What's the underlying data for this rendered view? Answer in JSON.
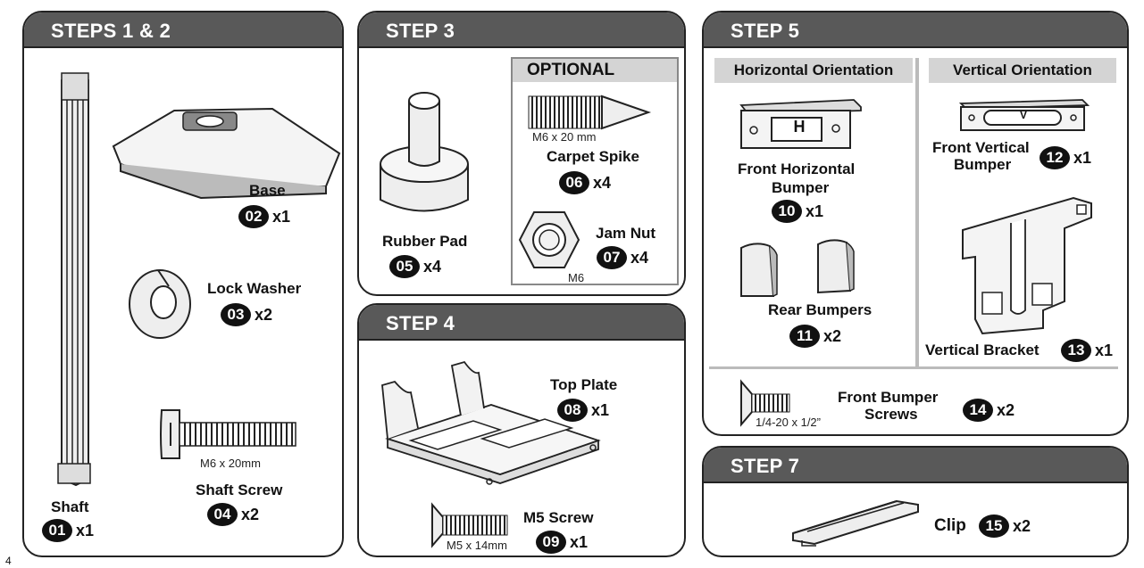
{
  "panels": {
    "steps12": {
      "title": "STEPS 1 & 2"
    },
    "step3": {
      "title": "STEP 3",
      "optional": "OPTIONAL"
    },
    "step4": {
      "title": "STEP 4"
    },
    "step5": {
      "title": "STEP 5",
      "horizontal": "Horizontal Orientation",
      "vertical": "Vertical Orientation"
    },
    "step7": {
      "title": "STEP 7"
    }
  },
  "parts": {
    "p01": {
      "name": "Shaft",
      "num": "01",
      "qty": "x1"
    },
    "p02": {
      "name": "Base",
      "num": "02",
      "qty": "x1"
    },
    "p03": {
      "name": "Lock Washer",
      "num": "03",
      "qty": "x2"
    },
    "p04": {
      "name": "Shaft Screw",
      "num": "04",
      "qty": "x2",
      "size": "M6 x 20mm"
    },
    "p05": {
      "name": "Rubber Pad",
      "num": "05",
      "qty": "x4"
    },
    "p06": {
      "name": "Carpet Spike",
      "num": "06",
      "qty": "x4",
      "size": "M6 x 20 mm"
    },
    "p07": {
      "name": "Jam Nut",
      "num": "07",
      "qty": "x4",
      "size": "M6"
    },
    "p08": {
      "name": "Top Plate",
      "num": "08",
      "qty": "x1"
    },
    "p09": {
      "name": "M5 Screw",
      "num": "09",
      "qty": "x1",
      "size": "M5 x 14mm"
    },
    "p10": {
      "name_line1": "Front Horizontal",
      "name_line2": "Bumper",
      "num": "10",
      "qty": "x1",
      "tag": "H"
    },
    "p11": {
      "name": "Rear Bumpers",
      "num": "11",
      "qty": "x2"
    },
    "p12": {
      "name_line1": "Front Vertical",
      "name_line2": "Bumper",
      "num": "12",
      "qty": "x1",
      "tag": "V"
    },
    "p13": {
      "name": "Vertical Bracket",
      "num": "13",
      "qty": "x1"
    },
    "p14": {
      "name_line1": "Front Bumper",
      "name_line2": "Screws",
      "num": "14",
      "qty": "x2",
      "size": "1/4-20 x 1/2”"
    },
    "p15": {
      "name": "Clip",
      "num": "15",
      "qty": "x2"
    }
  },
  "page_number": "4"
}
